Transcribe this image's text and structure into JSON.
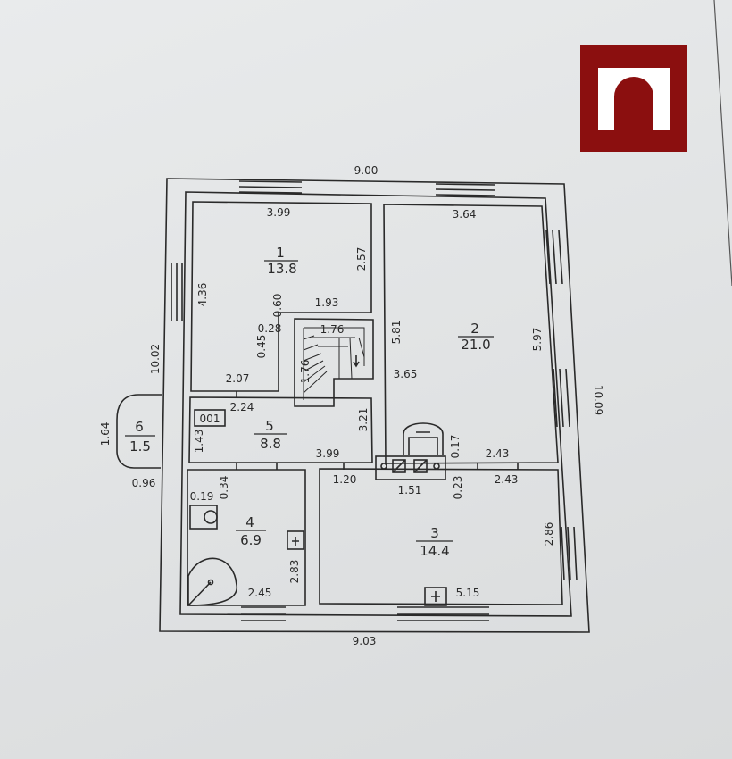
{
  "colors": {
    "brand": "#8b0f0f",
    "ink": "#2a2a2a",
    "paper": "#e4e6e7"
  },
  "logo": {
    "icon": "arch-logo-icon"
  },
  "plan": {
    "overall": {
      "top": "9.00",
      "bottom": "9.03",
      "left": "10.02",
      "right": "10.09"
    },
    "rooms": [
      {
        "number": "1",
        "area": "13.8"
      },
      {
        "number": "2",
        "area": "21.0"
      },
      {
        "number": "3",
        "area": "14.4"
      },
      {
        "number": "4",
        "area": "6.9"
      },
      {
        "number": "5",
        "area": "8.8"
      },
      {
        "number": "6",
        "area": "1.5"
      }
    ],
    "dims": {
      "r1_top": "3.99",
      "r1_right": "2.57",
      "r1_left": "4.36",
      "r1_bottom": "2.07",
      "r1_step_w": "1.93",
      "r1_step_h": "0.60",
      "r1_028": "0.28",
      "r1_045": "0.45",
      "stair_w": "1.76",
      "stair_h": "1.76",
      "r2_top": "3.64",
      "r2_right": "5.97",
      "r2_left": "5.81",
      "r2_inner": "3.65",
      "r2_bottom": "2.43",
      "r2_017": "0.17",
      "r5_top": "2.24",
      "r5_right": "3.21",
      "r5_left": "1.43",
      "r5_bottom": "3.99",
      "r5_label": "001",
      "r6_left": "1.64",
      "r6_bottom": "0.96",
      "r4_019": "0.19",
      "r4_034": "0.34",
      "r4_right": "2.83",
      "r4_bottom": "2.45",
      "r3_120": "1.20",
      "r3_151": "1.51",
      "r3_023": "0.23",
      "r3_top": "2.43",
      "r3_right": "2.86",
      "r3_bottom": "5.15"
    }
  }
}
